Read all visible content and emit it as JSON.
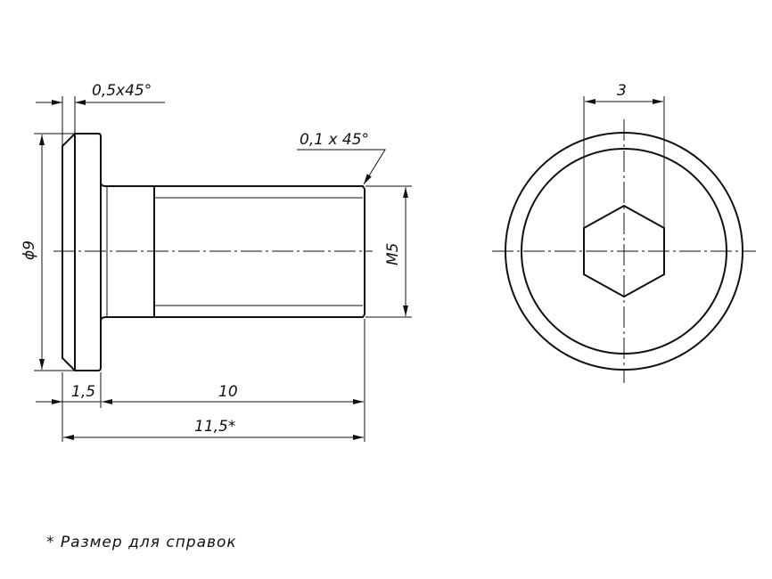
{
  "side_view": {
    "diameter_label": "ϕ9",
    "thread_label": "M5",
    "head_chamfer_label": "0,5x45°",
    "end_chamfer_label": "0,1 x 45°",
    "head_length_label": "1,5",
    "shank_length_label": "10",
    "total_length_label": "11,5*"
  },
  "end_view": {
    "hex_size_label": "3"
  },
  "footnote": "* Размер для справок"
}
